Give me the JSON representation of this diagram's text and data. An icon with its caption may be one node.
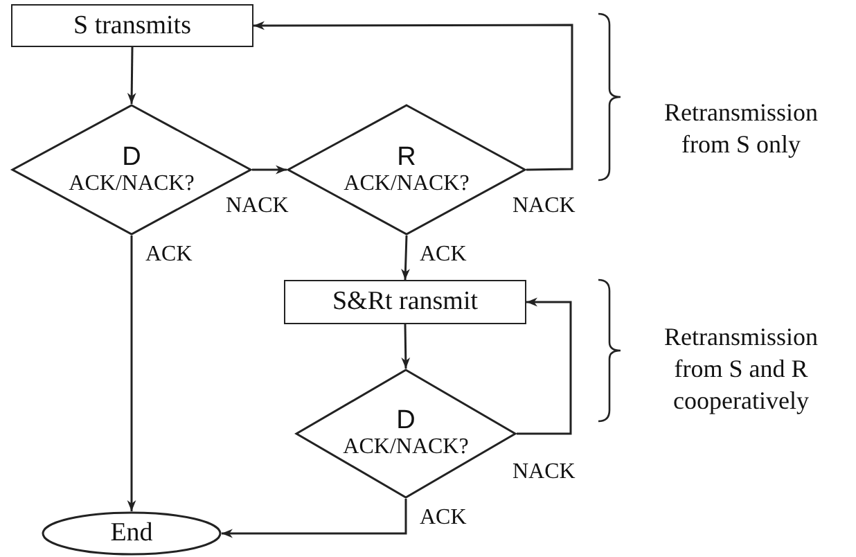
{
  "diagram": {
    "nodes": [
      {
        "text": [
          "S transmits"
        ]
      },
      {
        "text": [
          "D",
          "ACK/NACK?"
        ]
      },
      {
        "text": [
          "R",
          "ACK/NACK?"
        ]
      },
      {
        "text": [
          "S&Rt ransmit"
        ]
      },
      {
        "text": [
          "D",
          "ACK/NACK?"
        ]
      },
      {
        "text": [
          "End"
        ]
      }
    ],
    "edges": [
      {
        "from": 0,
        "to": 1,
        "arrow": "to"
      },
      {
        "from": 1,
        "to": 2,
        "arrow": "to",
        "label": "NACK"
      },
      {
        "from": 2,
        "to": 0,
        "arrow": "to",
        "label": "NACK"
      },
      {
        "from": 2,
        "to": 3,
        "arrow": "to",
        "label": "ACK"
      },
      {
        "from": 1,
        "to": 5,
        "arrow": "to",
        "label": "ACK"
      },
      {
        "from": 3,
        "to": 4,
        "arrow": "to"
      },
      {
        "from": 4,
        "to": 3,
        "arrow": "to",
        "label": "NACK"
      },
      {
        "from": 4,
        "to": 5,
        "arrow": "to",
        "label": "ACK"
      }
    ],
    "labels": [
      "Retransmission from S only",
      "Retransmission from S and R cooperatively"
    ]
  }
}
